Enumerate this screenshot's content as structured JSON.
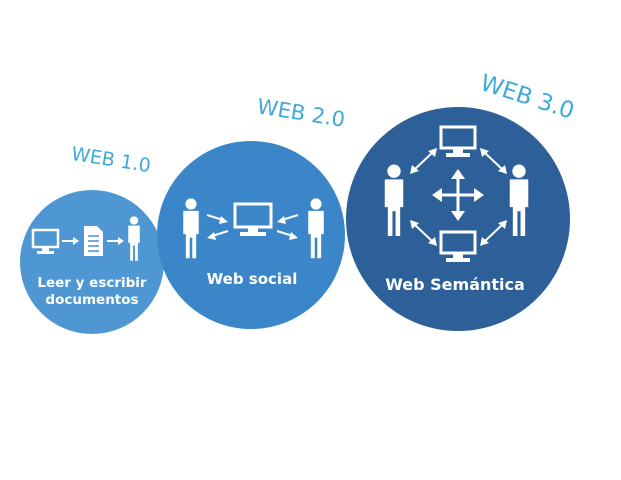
{
  "stages": [
    {
      "title": "WEB 1.0",
      "caption_lines": [
        "Leer y escribir",
        "documentos"
      ]
    },
    {
      "title": "WEB 2.0",
      "caption_lines": [
        "Web social"
      ]
    },
    {
      "title": "WEB 3.0",
      "caption_lines": [
        "Web Semántica"
      ]
    }
  ],
  "colors": {
    "web1_fill": "#4e97d2",
    "web2_fill": "#3b86c8",
    "web3_fill": "#2d5f98",
    "title_text": "#3fa9dc",
    "icon": "#ffffff"
  }
}
